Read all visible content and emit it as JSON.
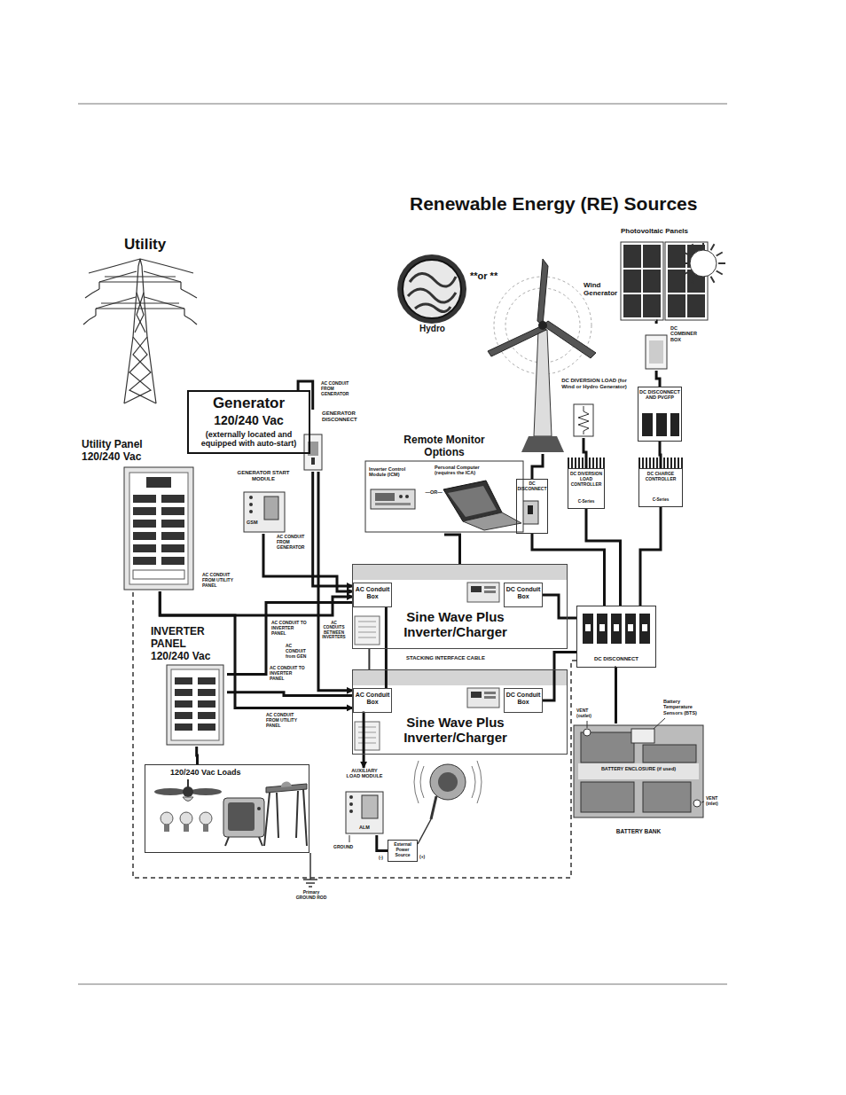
{
  "diagram": {
    "title": "Renewable Energy (RE) Sources",
    "nodes": [
      {
        "text": [
          "Generator",
          "120/240 Vac",
          "(externally located and equipped with auto-start)"
        ]
      },
      {
        "text": [
          "Utility Panel 120/240 Vac"
        ]
      },
      {
        "text": [
          "GENERATOR DISCONNECT"
        ]
      },
      {
        "text": [
          "GENERATOR START MODULE",
          "GSM"
        ]
      },
      {
        "text": [
          "Remote Monitor Options",
          "Inverter Control Module (ICM)",
          "—OR—",
          "Personal Computer (requires the ICA)"
        ]
      },
      {
        "text": [
          "Hydro"
        ]
      },
      {
        "text": [
          "Wind Generator"
        ]
      },
      {
        "text": [
          "Photovoltaic Panels"
        ]
      },
      {
        "text": [
          "DC COMBINER BOX"
        ]
      },
      {
        "text": [
          "DC DIVERSION LOAD (for Wind or Hydro Generator)"
        ]
      },
      {
        "text": [
          "DC DISCONNECT"
        ]
      },
      {
        "text": [
          "DC DIVERSION LOAD CONTROLLER",
          "C-Series"
        ]
      },
      {
        "text": [
          "DC DISCONNECT AND PVGFP"
        ]
      },
      {
        "text": [
          "DC CHARGE CONTROLLER",
          "C-Series"
        ]
      },
      {
        "text": [
          "Sine Wave Plus Inverter/Charger"
        ]
      },
      {
        "text": [
          "AC Conduit Box"
        ],
        "in": 14
      },
      {
        "text": [
          "DC Conduit Box"
        ],
        "in": 14
      },
      {
        "text": [
          "Sine Wave Plus Inverter/Charger"
        ]
      },
      {
        "text": [
          "AC Conduit Box"
        ],
        "in": 17
      },
      {
        "text": [
          "DC Conduit Box"
        ],
        "in": 17
      },
      {
        "text": [
          "DC DISCONNECT"
        ]
      },
      {
        "text": [
          "INVERTER PANEL 120/240 Vac"
        ]
      },
      {
        "text": [
          "BATTERY ENCLOSURE (if used)",
          "BATTERY BANK"
        ]
      },
      {
        "text": [
          "120/240 Vac Loads"
        ]
      },
      {
        "text": [
          "AUXILIARY LOAD MODULE",
          "ALM"
        ]
      },
      {
        "text": [
          "External Power Source"
        ]
      }
    ],
    "edges": [
      {
        "from": 0,
        "to": 2,
        "arrow": "none"
      },
      {
        "from": 2,
        "to": 15,
        "arrow": "to"
      },
      {
        "from": 2,
        "to": 18,
        "arrow": "to"
      },
      {
        "from": 3,
        "to": 15,
        "arrow": "to"
      },
      {
        "from": 1,
        "to": 15,
        "arrow": "to"
      },
      {
        "from": 1,
        "to": 18,
        "arrow": "to"
      },
      {
        "from": 21,
        "to": 15,
        "arrow": "none"
      },
      {
        "from": 21,
        "to": 18,
        "arrow": "none"
      },
      {
        "from": 21,
        "to": 23,
        "arrow": "none"
      },
      {
        "from": 15,
        "to": 18,
        "arrow": "none"
      },
      {
        "from": 14,
        "to": 17,
        "label": "STACKING INTERFACE CABLE",
        "arrow": "none"
      },
      {
        "from": 4,
        "to": 14,
        "arrow": "none"
      },
      {
        "from": 6,
        "to": 10,
        "arrow": "none"
      },
      {
        "from": 10,
        "to": 20,
        "arrow": "none"
      },
      {
        "from": 9,
        "to": 11,
        "arrow": "none"
      },
      {
        "from": 11,
        "to": 20,
        "arrow": "none"
      },
      {
        "from": 7,
        "to": 8,
        "arrow": "none"
      },
      {
        "from": 8,
        "to": 12,
        "arrow": "none"
      },
      {
        "from": 12,
        "to": 13,
        "arrow": "none"
      },
      {
        "from": 13,
        "to": 20,
        "arrow": "none"
      },
      {
        "from": 20,
        "to": 16,
        "arrow": "none"
      },
      {
        "from": 20,
        "to": 19,
        "arrow": "none"
      },
      {
        "from": 20,
        "to": 22,
        "arrow": "none"
      },
      {
        "from": 18,
        "to": 24,
        "arrow": "to"
      },
      {
        "from": 24,
        "to": 25,
        "arrow": "none"
      }
    ],
    "labels": [
      "Utility",
      "**or **",
      "AC CONDUIT FROM GENERATOR",
      "AC CONDUIT FROM GENERATOR",
      "AC CONDUIT FROM UTILITY PANEL",
      "AC CONDUIT TO INVERTER PANEL",
      "AC CONDUITS BETWEEN INVERTERS",
      "AC CONDUIT from GEN",
      "AC CONDUIT TO INVERTER PANEL",
      "AC CONDUIT FROM UTILITY PANEL",
      "GROUND",
      "(-)",
      "(+)",
      "Primary GROUND ROD",
      "VENT (outlet)",
      "Battery Temperature Sensors (BTS)",
      "VENT (inlet)"
    ]
  }
}
